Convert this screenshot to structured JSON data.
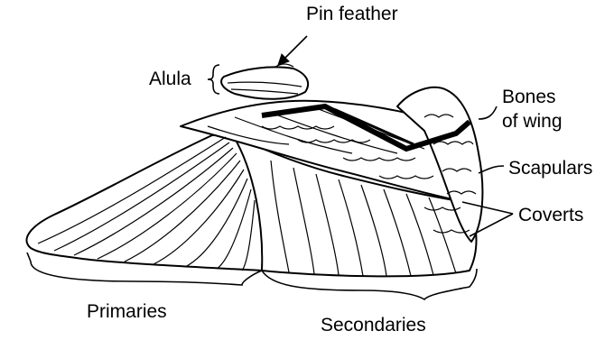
{
  "labels": {
    "pin_feather": "Pin feather",
    "alula": "Alula",
    "bones_line1": "Bones",
    "bones_line2": "of wing",
    "scapulars": "Scapulars",
    "coverts": "Coverts",
    "primaries": "Primaries",
    "secondaries": "Secondaries"
  },
  "colors": {
    "ink": "#000000",
    "paper": "#ffffff"
  }
}
